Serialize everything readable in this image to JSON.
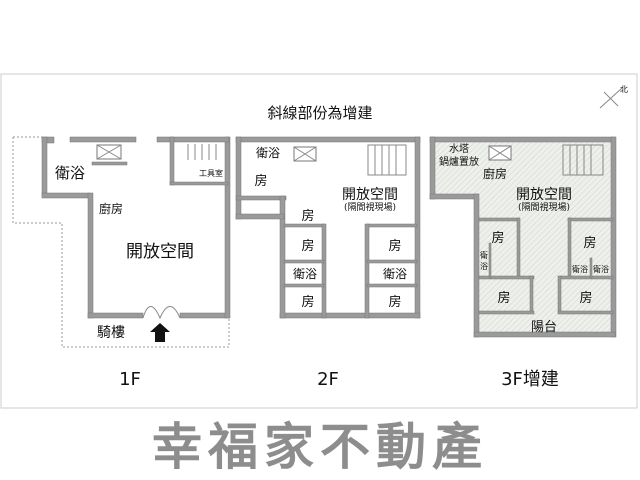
{
  "legend_note": "斜線部份為增建",
  "north_label": "北",
  "watermark": "幸福家不動產",
  "floors": [
    {
      "label": "1F",
      "rooms": {
        "bath": "衛浴",
        "kitchen": "廚房",
        "open": "開放空間",
        "tool": "工具室",
        "arcade": "騎樓"
      }
    },
    {
      "label": "2F",
      "rooms": {
        "bath1": "衛浴",
        "room1": "房",
        "open": "開放空間",
        "open_note": "(隔間視現場)",
        "room2": "房",
        "room3": "房",
        "room4": "房",
        "bath2": "衛浴",
        "bath3": "衛浴",
        "room5": "房",
        "room6": "房"
      }
    },
    {
      "label": "3F增建",
      "rooms": {
        "water1": "水塔",
        "water2": "鍋爐置放",
        "kitchen": "廚房",
        "open": "開放空間",
        "open_note": "(隔間視現場)",
        "room1": "房",
        "bath1a": "衛",
        "bath1b": "浴",
        "room2": "房",
        "bath2": "衛浴",
        "bath3": "衛浴",
        "room3": "房",
        "room4": "房",
        "balcony": "陽台"
      }
    }
  ],
  "colors": {
    "wall": "#9a9a9a",
    "addition_fill": "#e9ede6",
    "watermark": "#7a7a7a"
  }
}
